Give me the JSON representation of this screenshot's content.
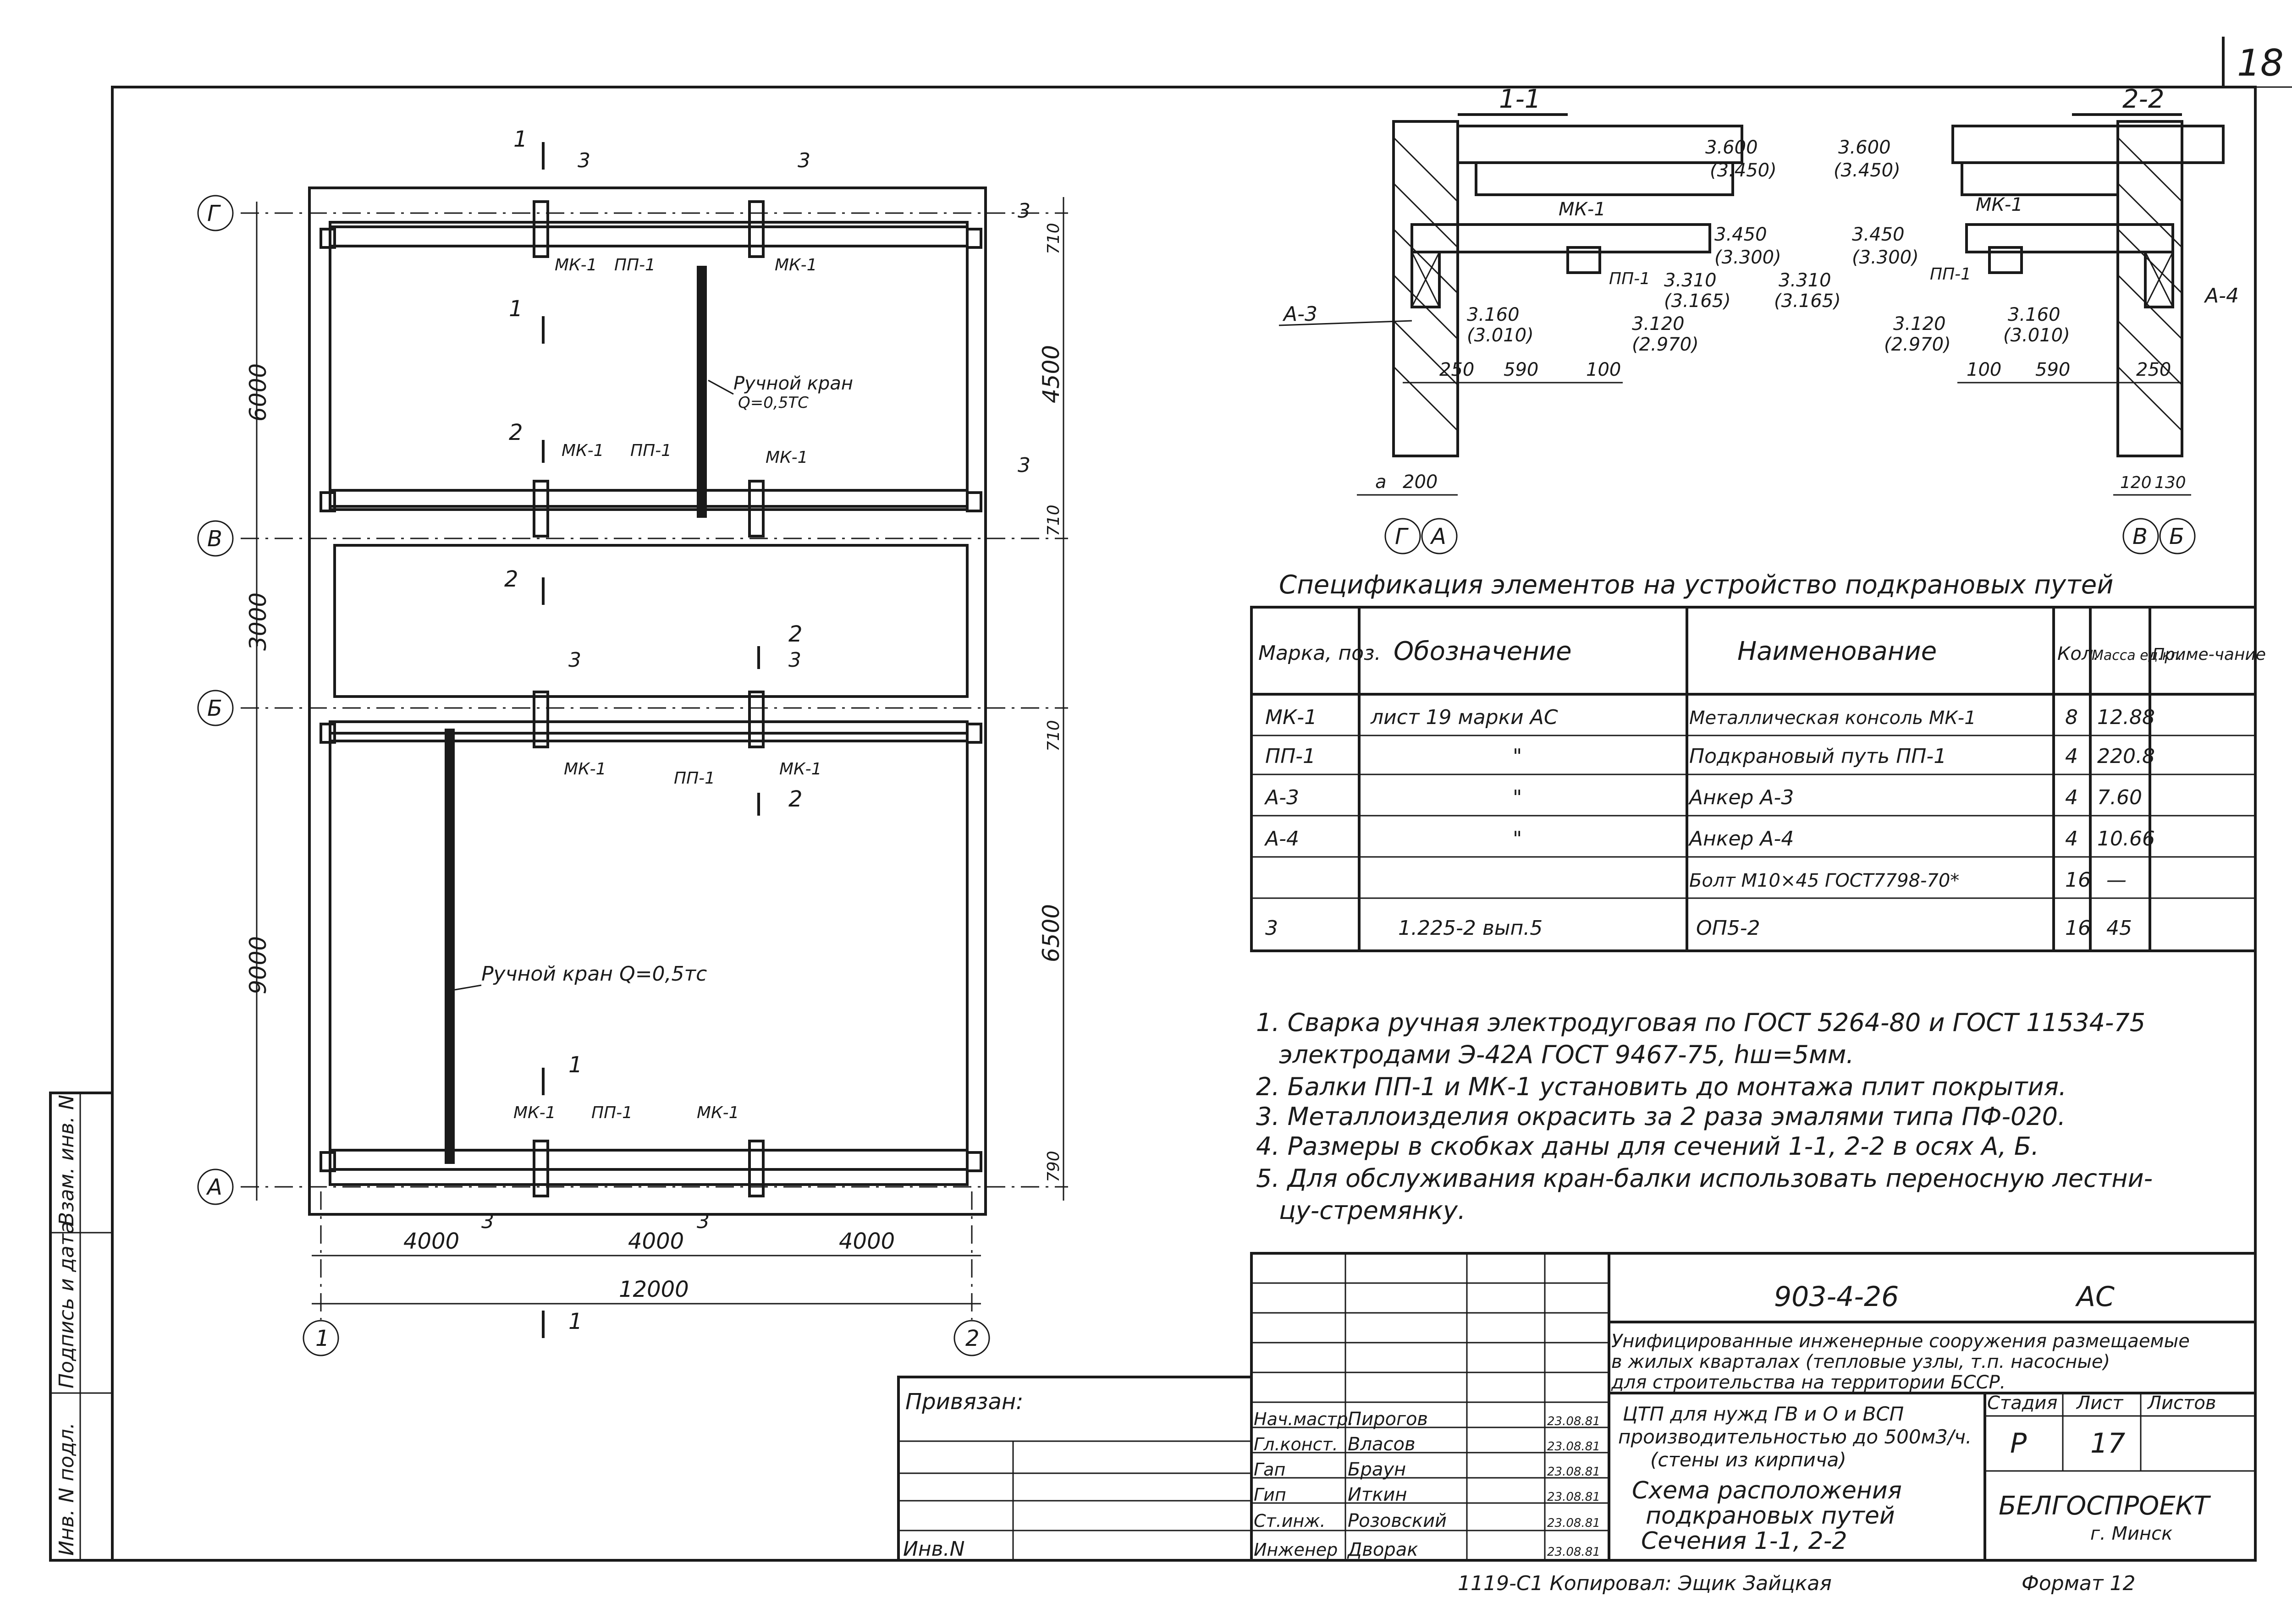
{
  "sheet_no": "18",
  "plan": {
    "axes_rows": [
      "Г",
      "В",
      "Б",
      "А"
    ],
    "axes_cols": [
      "1",
      "2"
    ],
    "left_dims": [
      "6000",
      "3000",
      "9000"
    ],
    "right_dims": [
      "4500",
      "6500"
    ],
    "right_small_dims": [
      "710",
      "710",
      "710",
      "790"
    ],
    "bottom_dims": [
      "4000",
      "4000",
      "4000"
    ],
    "total_dim": "12000",
    "section_1": "1",
    "section_2": "2",
    "pos_3": "3",
    "mk": "МК-1",
    "pp": "ПП-1",
    "crane_label_1": "Ручной кран",
    "crane_load_1": "Q=0,5ТС",
    "crane_label_2": "Ручной кран Q=0,5тс"
  },
  "section_11": {
    "title": "1-1",
    "mk": "МК-1",
    "pp": "ПП-1",
    "a3": "А-3",
    "e3600": "3.600",
    "e3450b": "(3.450)",
    "e3450": "3.450",
    "e3300b": "(3.300)",
    "e3310": "3.310",
    "e3165b": "(3.165)",
    "e3160": "3.160",
    "e3010b": "(3.010)",
    "e3120": "3.120",
    "e2970b": "(2.970)",
    "d250": "250",
    "d590": "590",
    "d100": "100",
    "da": "a",
    "d200": "200",
    "ax1": "Г",
    "ax2": "А"
  },
  "section_22": {
    "title": "2-2",
    "mk": "МК-1",
    "pp": "ПП-1",
    "a4": "А-4",
    "e3600": "3.600",
    "e3450b": "(3.450)",
    "e3450": "3.450",
    "e3300b": "(3.300)",
    "e3310": "3.310",
    "e3165b": "(3.165)",
    "e3120": "3.120",
    "e2970b": "(2.970)",
    "e3160": "3.160",
    "e3010b": "(3.010)",
    "d100": "100",
    "d590": "590",
    "d250": "250",
    "d120": "120",
    "d130": "130",
    "ax1": "В",
    "ax2": "Б"
  },
  "spec": {
    "title": "Спецификация элементов на устройство подкрановых путей",
    "headers": [
      "Марка, поз.",
      "Обозначение",
      "Наименование",
      "Кол.",
      "Масса ед.кг.",
      "Приме-чание"
    ],
    "rows": [
      [
        "МК-1",
        "лист 19 марки АС",
        "Металлическая консоль МК-1",
        "8",
        "12.88",
        ""
      ],
      [
        "ПП-1",
        "\"",
        "Подкрановый путь ПП-1",
        "4",
        "220.8",
        ""
      ],
      [
        "А-3",
        "\"",
        "Анкер А-3",
        "4",
        "7.60",
        ""
      ],
      [
        "А-4",
        "\"",
        "Анкер А-4",
        "4",
        "10.66",
        ""
      ],
      [
        "",
        "",
        "Болт М10×45 ГОСТ7798-70*",
        "16",
        "—",
        ""
      ],
      [
        "3",
        "1.225-2 вып.5",
        "ОП5-2",
        "16",
        "45",
        ""
      ]
    ]
  },
  "notes": [
    "1. Сварка ручная электродуговая по ГОСТ 5264-80 и ГОСТ 11534-75",
    "электродами Э-42А ГОСТ 9467-75, hш=5мм.",
    "2. Балки ПП-1 и МК-1 установить до монтажа плит покрытия.",
    "3. Металлоизделия окрасить за 2 раза эмалями типа ПФ-020.",
    "4. Размеры в скобках даны для сечений 1-1, 2-2 в осях А, Б.",
    "5. Для обслуживания кран-балки использовать переносную лестни-",
    "цу-стремянку."
  ],
  "title_block": {
    "doc_code": "903-4-26",
    "stage_mark": "АС",
    "org_desc_1": "Унифицированные инженерные сооружения размещаемые",
    "org_desc_2": "в жилых кварталах (тепловые узлы, т.п. насосные)",
    "org_desc_3": "для строительства на территории БССР.",
    "obj_1": "ЦТП для нужд ГВ и О и ВСП",
    "obj_2": "производительностью до 500м3/ч.",
    "obj_3": "(стены из кирпича)",
    "stage_h": "Стадия",
    "sheet_h": "Лист",
    "sheets_h": "Листов",
    "stage": "Р",
    "sheet": "17",
    "sheets": "",
    "drawing_1": "Схема расположения",
    "drawing_2": "подкрановых путей",
    "drawing_3": "Сечения 1-1, 2-2",
    "org": "БЕЛГОСПРОЕКТ",
    "city": "г. Минск",
    "privyazan": "Привязан:",
    "inv": "Инв.N",
    "staff": [
      [
        "Нач.мастр.",
        "Пирогов",
        "23.08.81"
      ],
      [
        "Гл.конст.",
        "Власов",
        "23.08.81"
      ],
      [
        "Гап",
        "Браун",
        "23.08.81"
      ],
      [
        "Гип",
        "Иткин",
        "23.08.81"
      ],
      [
        "Ст.инж.",
        "Розовский",
        "23.08.81"
      ],
      [
        "Инженер",
        "Дворак",
        "23.08.81"
      ]
    ],
    "copied": "1119-С1 Копировал: Эщик Зайцкая",
    "format": "Формат 12"
  },
  "side_stamp": [
    "Инв. N подл.",
    "Подпись и дата",
    "Взам. инв. N"
  ]
}
